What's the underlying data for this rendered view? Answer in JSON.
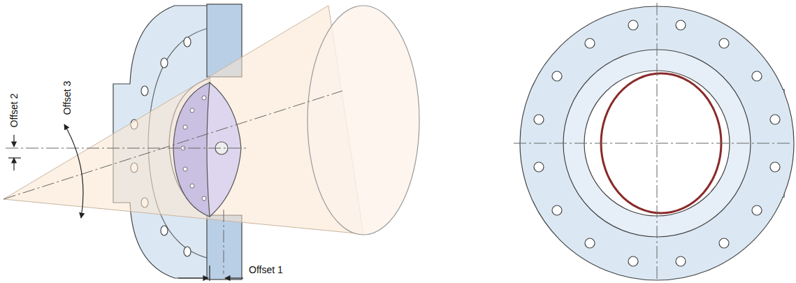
{
  "diagram": {
    "labels": [
      "Offset 2",
      "Offset 3",
      "Offset 1"
    ]
  }
}
